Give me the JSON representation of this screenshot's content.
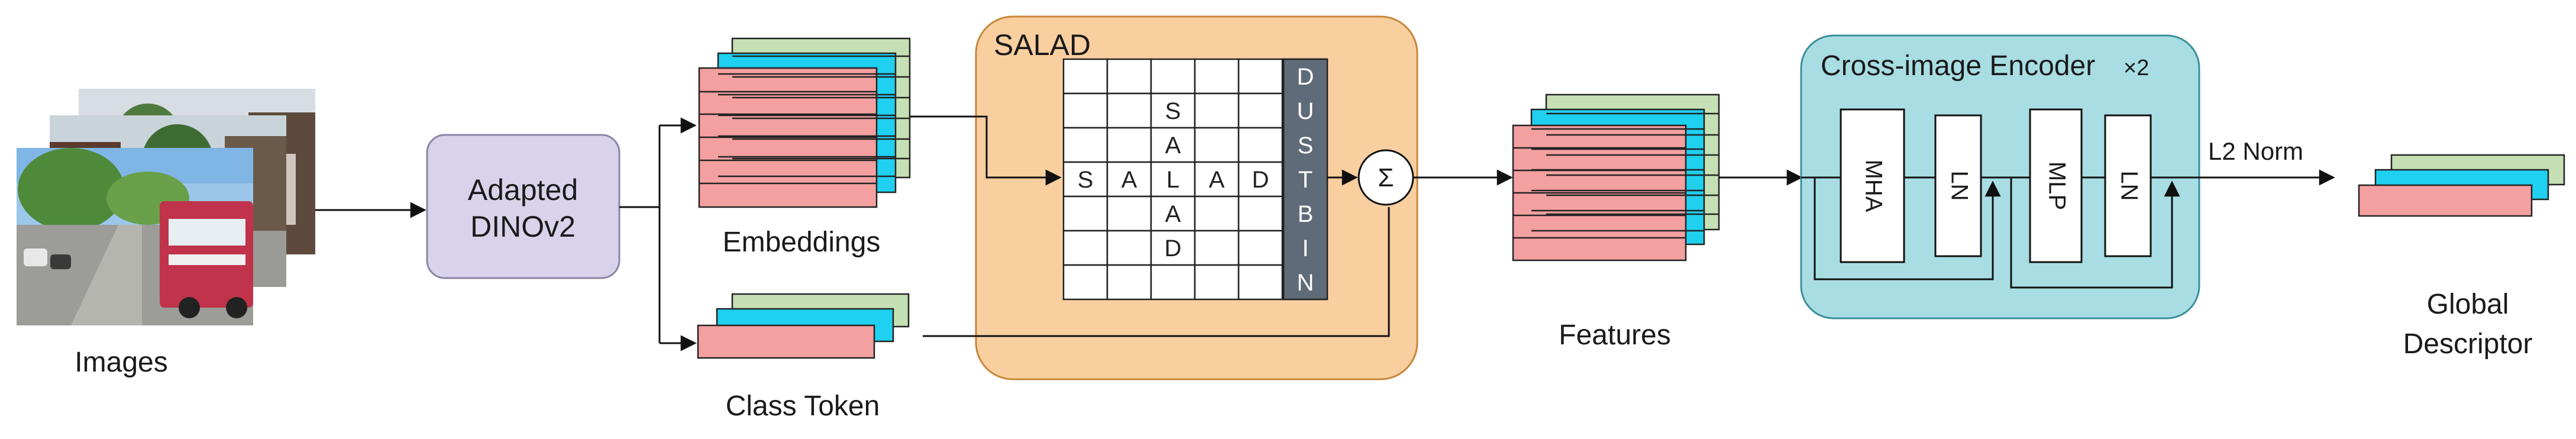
{
  "images_label": "Images",
  "backbone": {
    "line1": "Adapted",
    "line2": "DINOv2"
  },
  "embeddings_label": "Embeddings",
  "class_token_label": "Class Token",
  "salad": {
    "title": "SALAD",
    "grid": [
      [
        "",
        "",
        "",
        "",
        "",
        ""
      ],
      [
        "",
        "",
        "S",
        "",
        "",
        ""
      ],
      [
        "",
        "",
        "A",
        "",
        "",
        ""
      ],
      [
        "S",
        "A",
        "L",
        "A",
        "D",
        ""
      ],
      [
        "",
        "",
        "A",
        "",
        "",
        ""
      ],
      [
        "",
        "",
        "D",
        "",
        "",
        ""
      ],
      [
        "",
        "",
        "",
        "",
        "",
        ""
      ]
    ],
    "dustbin": [
      "D",
      "U",
      "S",
      "T",
      "B",
      "I",
      "N"
    ],
    "sum_symbol": "Σ"
  },
  "features_label": "Features",
  "encoder": {
    "title": "Cross-image Encoder",
    "multiplier": "×2",
    "blocks": [
      "MHA",
      "LN",
      "MLP",
      "LN"
    ]
  },
  "norm_label": "L2 Norm",
  "descriptor": {
    "line1": "Global",
    "line2": "Descriptor"
  },
  "colors": {
    "green": "#c5e0b4",
    "cyan": "#1fd0f0",
    "red": "#f4a0a0",
    "backbone_fill": "#d8d3ea",
    "salad_fill": "#f9cfa0",
    "salad_border": "#c8863a",
    "encoder_fill": "#a8dde4",
    "encoder_border": "#3b8f98",
    "dustbin": "#5f6b78"
  }
}
